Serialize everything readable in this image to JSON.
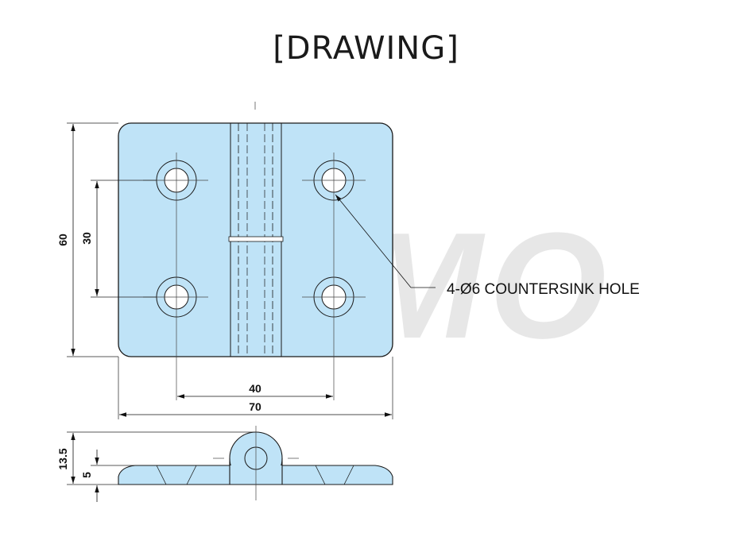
{
  "title": "[DRAWING]",
  "watermark": "SAMO",
  "colors": {
    "part_fill": "#bfe3f7",
    "line": "#1a1a1a",
    "watermark": "#e2e2e2"
  },
  "dimensions": {
    "overall_height": "60",
    "hole_spacing_vertical": "30",
    "hole_spacing_horizontal": "40",
    "overall_width": "70",
    "side_height": "13.5",
    "plate_thickness": "5"
  },
  "callout": "4-Ø6 COUNTERSINK HOLE"
}
